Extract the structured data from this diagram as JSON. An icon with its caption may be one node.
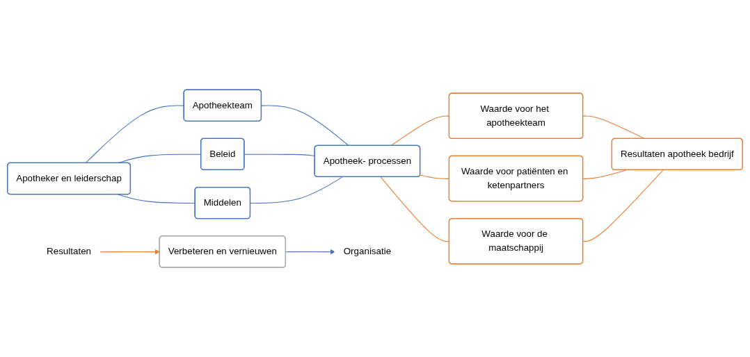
{
  "diagram": {
    "nodes": [
      {
        "text": [
          "Apotheker en leiderschap"
        ]
      },
      {
        "text": [
          "Apotheekteam"
        ]
      },
      {
        "text": [
          "Beleid"
        ]
      },
      {
        "text": [
          "Middelen"
        ]
      },
      {
        "text": [
          "Apotheek- processen"
        ]
      },
      {
        "text": [
          "Waarde voor het apotheekteam"
        ]
      },
      {
        "text": [
          "Waarde voor patiënten en ketenpartners"
        ]
      },
      {
        "text": [
          "Waarde voor de maatschappij"
        ]
      },
      {
        "text": [
          "Resultaten apotheek bedrijf"
        ]
      },
      {
        "text": [
          "Organisatie"
        ]
      },
      {
        "text": [
          "Resultaten"
        ]
      },
      {
        "text": [
          "Verbeteren en vernieuwen"
        ]
      }
    ],
    "edges": [
      {
        "from": 0,
        "to": 1,
        "arrow": "none",
        "color": "#4472c4"
      },
      {
        "from": 0,
        "to": 2,
        "arrow": "none",
        "color": "#4472c4"
      },
      {
        "from": 0,
        "to": 3,
        "arrow": "none",
        "color": "#4472c4"
      },
      {
        "from": 1,
        "to": 4,
        "arrow": "none",
        "color": "#4472c4"
      },
      {
        "from": 2,
        "to": 4,
        "arrow": "none",
        "color": "#4472c4"
      },
      {
        "from": 3,
        "to": 4,
        "arrow": "none",
        "color": "#4472c4"
      },
      {
        "from": 4,
        "to": 5,
        "arrow": "none",
        "color": "#ed7d31"
      },
      {
        "from": 4,
        "to": 6,
        "arrow": "none",
        "color": "#ed7d31"
      },
      {
        "from": 4,
        "to": 7,
        "arrow": "none",
        "color": "#ed7d31"
      },
      {
        "from": 5,
        "to": 8,
        "arrow": "none",
        "color": "#ed7d31"
      },
      {
        "from": 6,
        "to": 8,
        "arrow": "none",
        "color": "#ed7d31"
      },
      {
        "from": 7,
        "to": 8,
        "arrow": "none",
        "color": "#ed7d31"
      },
      {
        "from": 10,
        "to": 11,
        "arrow": "to",
        "color": "#ed7d31"
      },
      {
        "from": 11,
        "to": 9,
        "arrow": "to",
        "color": "#4472c4"
      }
    ]
  }
}
